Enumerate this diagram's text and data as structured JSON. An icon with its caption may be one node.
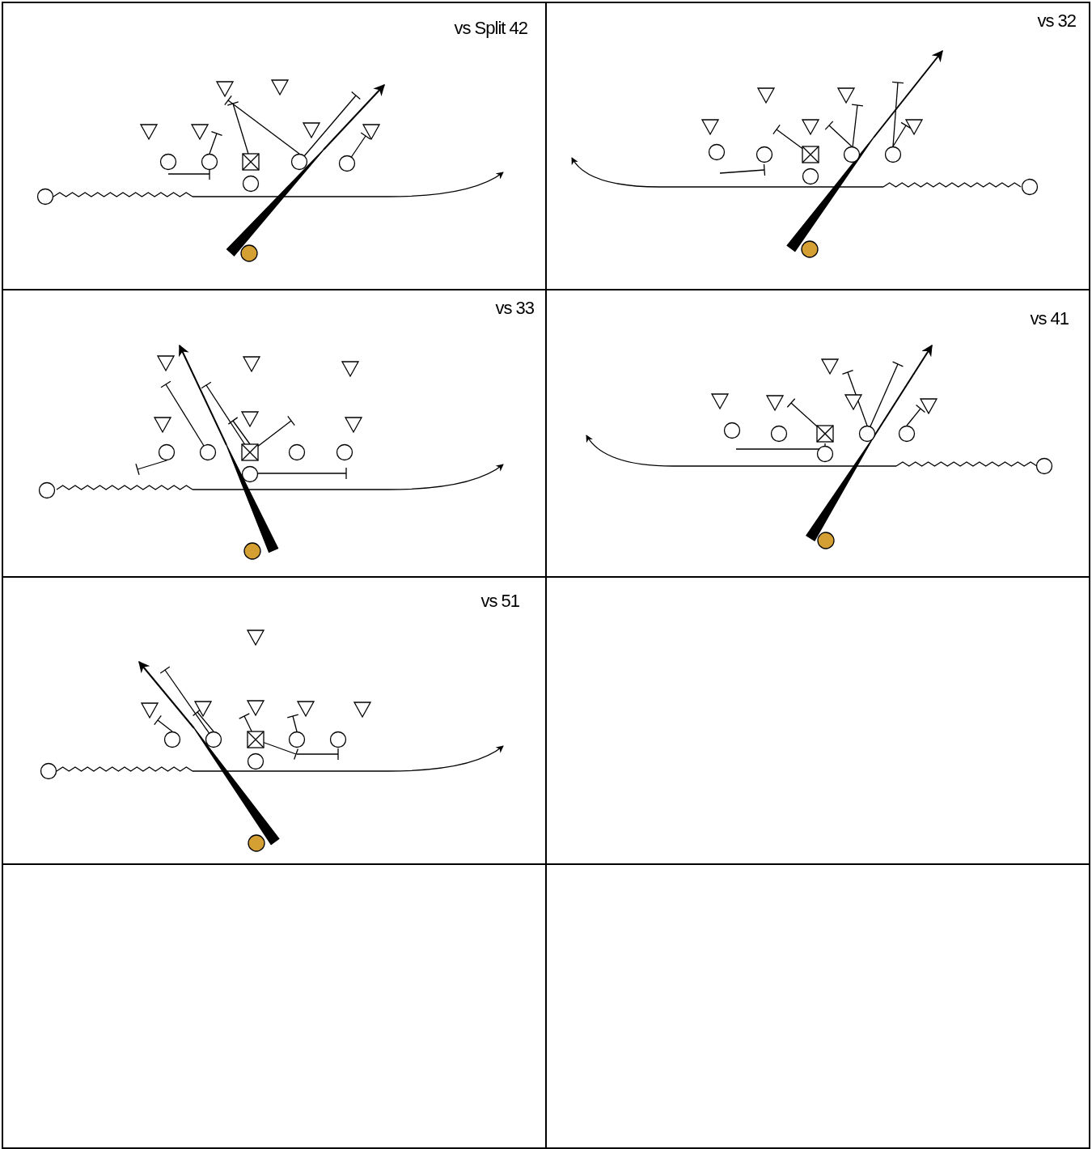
{
  "diagram": {
    "labels": [
      "vs Split 42",
      "vs 32",
      "vs 33",
      "vs 41",
      "vs 51"
    ]
  }
}
